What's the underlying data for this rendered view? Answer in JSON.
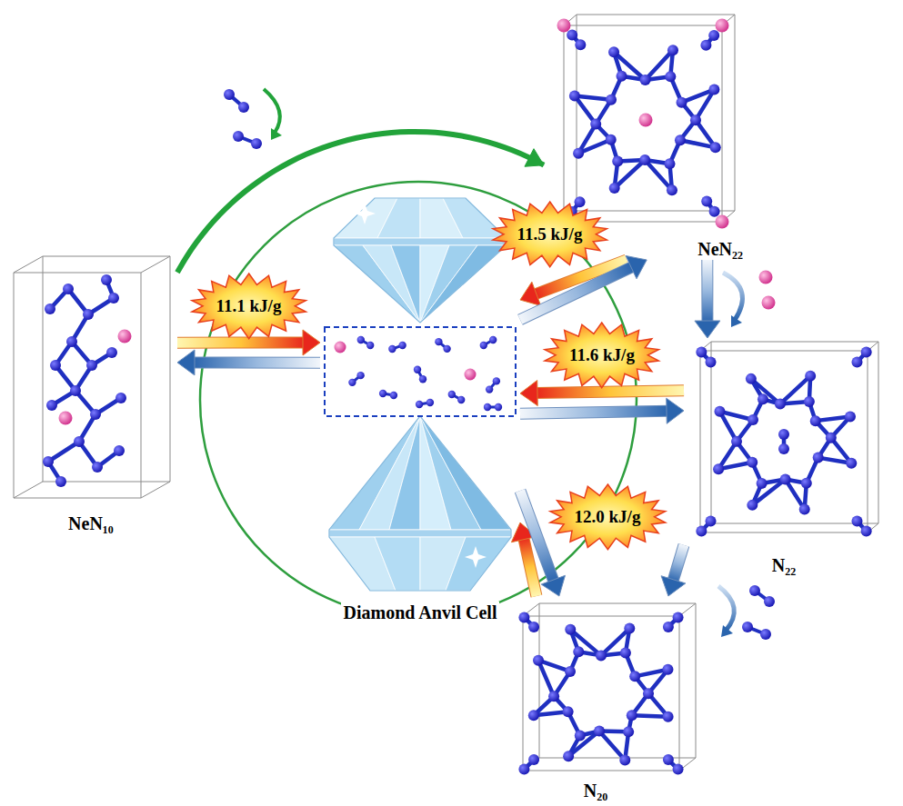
{
  "diagram": {
    "nodes": [
      {
        "text": [
          "NeN₁₀"
        ]
      },
      {
        "text": [
          "Diamond Anvil Cell"
        ]
      },
      {
        "text": [
          "NeN₂₂"
        ]
      },
      {
        "text": [
          "N₂₂"
        ]
      },
      {
        "text": [
          "N₂₀"
        ]
      }
    ],
    "edges": [
      {
        "from": 0,
        "to": 2,
        "arrow": "to"
      },
      {
        "from": 0,
        "to": 1,
        "arrow": "to",
        "label": "11.1 kJ/g"
      },
      {
        "from": 1,
        "to": 0,
        "arrow": "to"
      },
      {
        "from": 2,
        "to": 1,
        "arrow": "to",
        "label": "11.5 kJ/g"
      },
      {
        "from": 1,
        "to": 2,
        "arrow": "to"
      },
      {
        "from": 3,
        "to": 1,
        "arrow": "to",
        "label": "11.6 kJ/g"
      },
      {
        "from": 1,
        "to": 3,
        "arrow": "to"
      },
      {
        "from": 4,
        "to": 1,
        "arrow": "to",
        "label": "12.0 kJ/g"
      },
      {
        "from": 1,
        "to": 4,
        "arrow": "to"
      },
      {
        "from": 2,
        "to": 3,
        "arrow": "to"
      },
      {
        "from": 3,
        "to": 4,
        "arrow": "to"
      }
    ]
  }
}
